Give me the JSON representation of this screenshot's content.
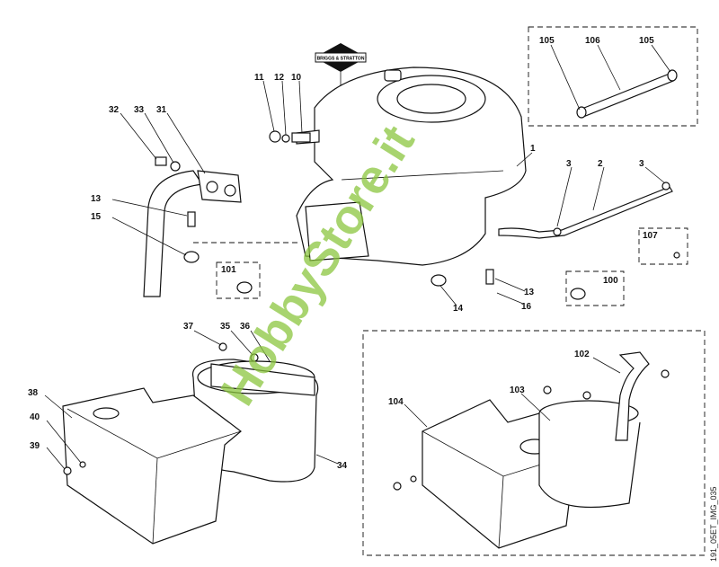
{
  "logo": {
    "text": "BRIGGS & STRATTON"
  },
  "watermark": "HobbyStore.it",
  "image_code": "191_05ET_IMG_035",
  "labels": [
    "105",
    "106",
    "105",
    "11",
    "12",
    "10",
    "32",
    "33",
    "31",
    "1",
    "3",
    "2",
    "3",
    "13",
    "15",
    "107",
    "101",
    "100",
    "13",
    "14",
    "16",
    "37",
    "35",
    "36",
    "102",
    "38",
    "103",
    "104",
    "40",
    "39",
    "34"
  ],
  "colors": {
    "watermark": "#8cc63f",
    "line": "#111111"
  }
}
